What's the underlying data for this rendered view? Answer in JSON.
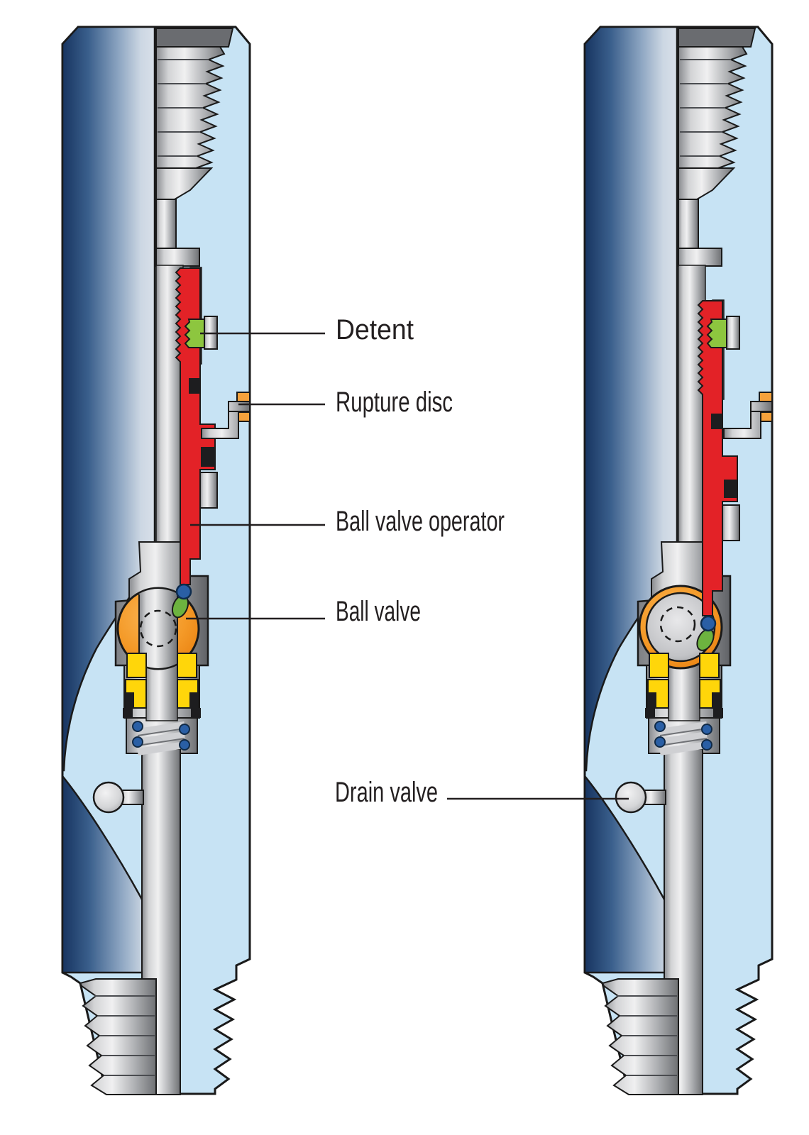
{
  "diagram": {
    "views": 2,
    "labels": {
      "detent": "Detent",
      "rupture_disc": "Rupture disc",
      "ball_valve_operator": "Ball valve operator",
      "ball_valve": "Ball valve",
      "drain_valve": "Drain valve"
    },
    "colors": {
      "body_blue_dark": "#173460",
      "body_blue_light": "#d9e0e9",
      "bore_light_blue": "#c7e3f4",
      "operator_red": "#e32227",
      "detent_green": "#8dc63f",
      "ball_orange": "#f49a28",
      "seal_yellow": "#ffd60a",
      "spring_dot_blue": "#2a5fa5",
      "metal_gray": "#c4c5c8",
      "outline": "#1a1a1a",
      "label_text": "#231f20"
    }
  }
}
